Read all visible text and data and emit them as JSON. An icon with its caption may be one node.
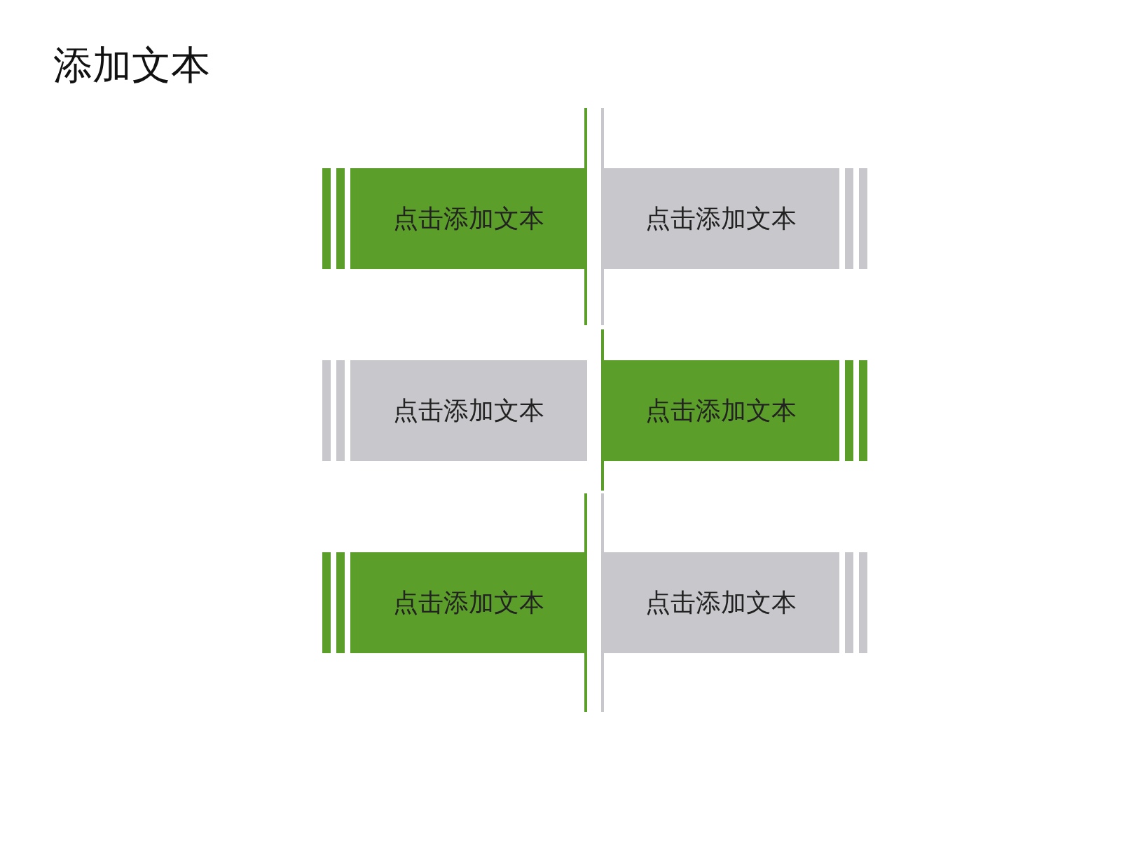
{
  "diagram": {
    "title": "添加文本",
    "nodes": [
      {
        "text": [
          "点击添加文本"
        ]
      },
      {
        "text": [
          "点击添加文本"
        ]
      },
      {
        "text": [
          "点击添加文本"
        ]
      },
      {
        "text": [
          "点击添加文本"
        ]
      },
      {
        "text": [
          "点击添加文本"
        ]
      },
      {
        "text": [
          "点击添加文本"
        ]
      }
    ]
  }
}
